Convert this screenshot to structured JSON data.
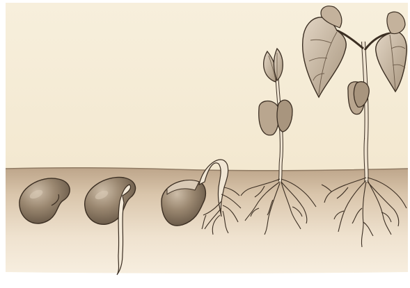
{
  "colors": {
    "sky": "#f5ebd4",
    "soil_top": "#c2aa8f",
    "soil_mid": "#e6d4bc",
    "soil_bottom": "#f5ebd5",
    "ink": "#3b2e22",
    "seed": "#8a7863",
    "seed_highlight": "#c9b9a4",
    "root": "#f1e6d4",
    "leaf": "#d7c8b6",
    "leaf_shadow": "#9c8a74"
  },
  "stages": [
    {
      "stage": 1,
      "label": ""
    },
    {
      "stage": 2,
      "label": ""
    },
    {
      "stage": 3,
      "label": ""
    },
    {
      "stage": 4,
      "label": ""
    },
    {
      "stage": 5,
      "label": ""
    }
  ]
}
